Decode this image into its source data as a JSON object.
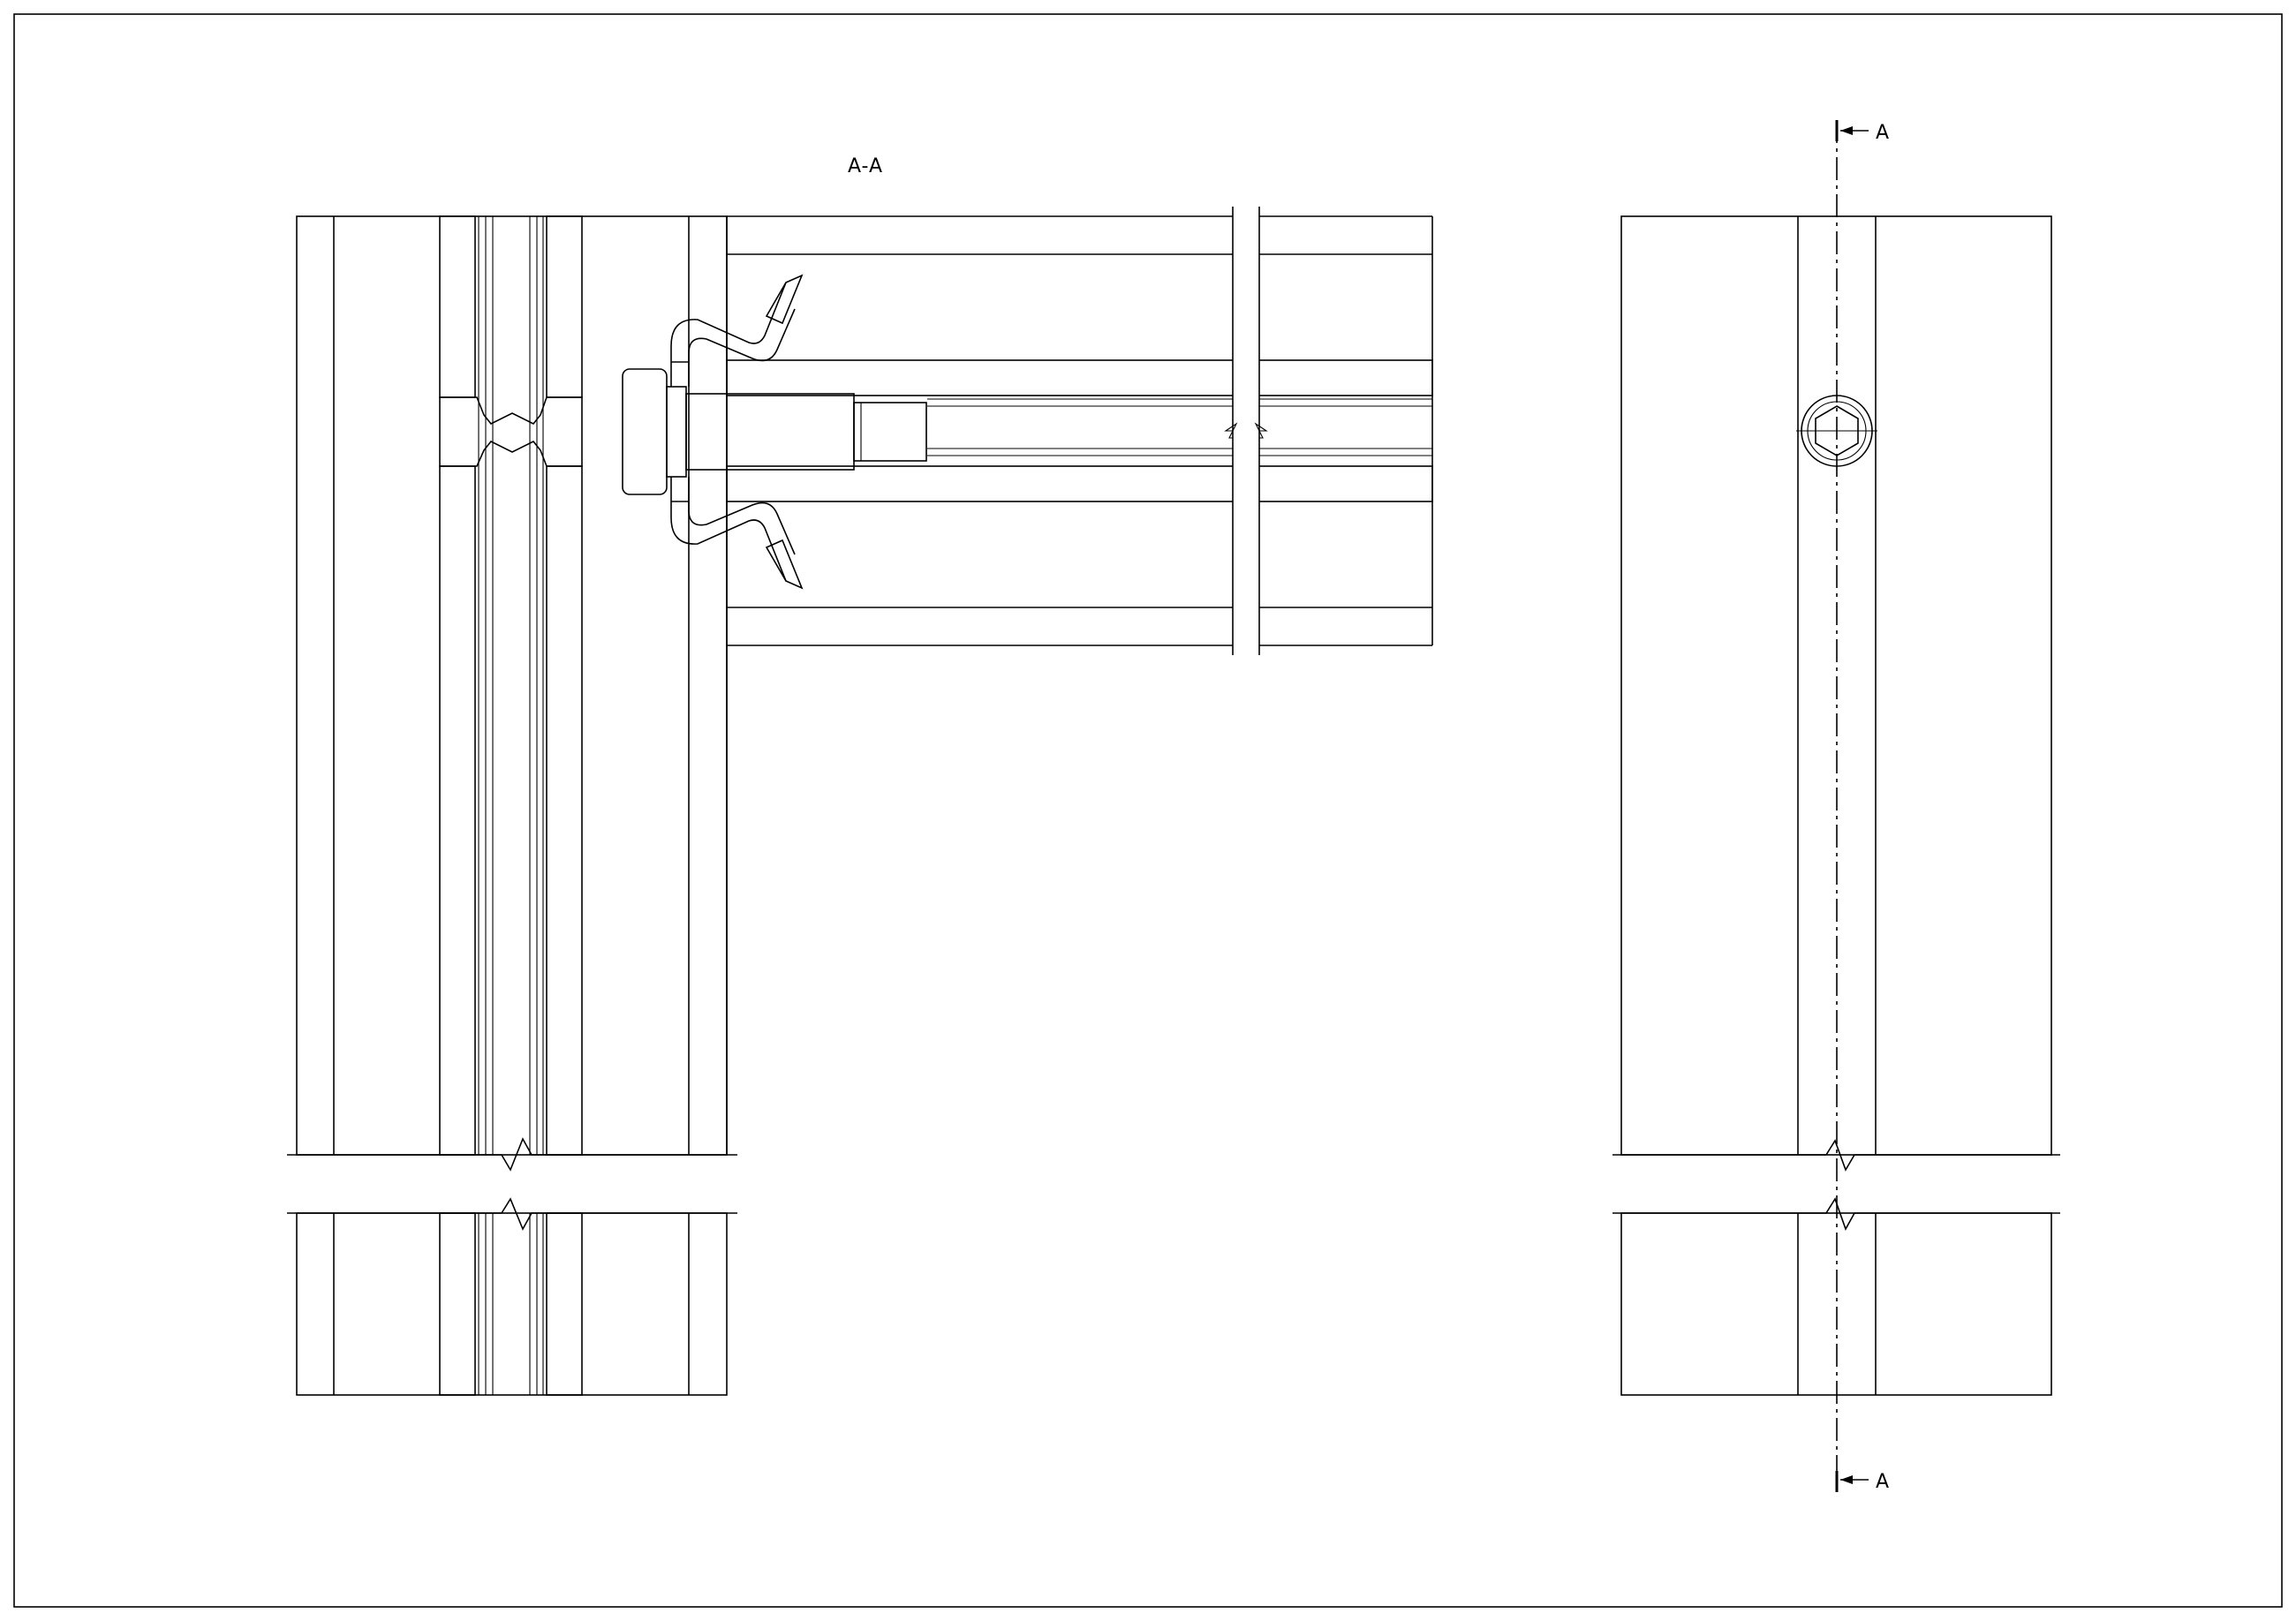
{
  "drawing": {
    "section_view_title": "A-A",
    "cut_plane_label_top": "A",
    "cut_plane_label_bottom": "A"
  }
}
